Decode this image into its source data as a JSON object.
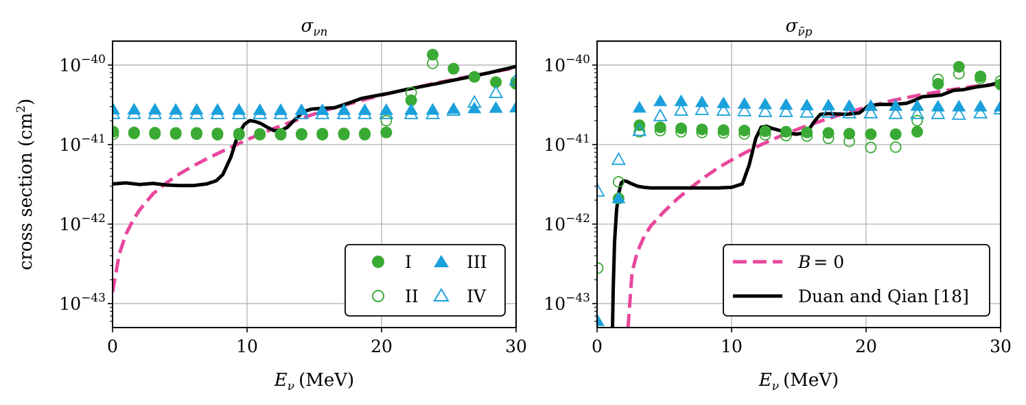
{
  "chart_data": [
    {
      "type": "scatter",
      "title": "σνn",
      "title_main": "σ",
      "title_sub": "νn",
      "xlabel": "Eν (MeV)",
      "xlabel_main": "E",
      "xlabel_sub": "ν",
      "xlabel_unit": "(MeV)",
      "ylabel": "cross section (cm²)",
      "xlim": [
        0,
        30
      ],
      "ylim": [
        5e-44,
        2e-40
      ],
      "yscale": "log",
      "grid": true,
      "xticks": [
        0,
        10,
        20,
        30
      ],
      "xtick_labels": [
        "0",
        "10",
        "20",
        "30"
      ],
      "yticks": [
        1e-43,
        1e-42,
        1e-41,
        1e-40
      ],
      "ytick_labels": [
        "−43",
        "−42",
        "−41",
        "−40"
      ],
      "ytick_base": "10",
      "legend": {
        "placement": "lower-right",
        "entries": [
          "I",
          "II",
          "III",
          "IV"
        ]
      },
      "series": [
        {
          "name": "I",
          "marker": "circle-filled",
          "color": "#3aaa35",
          "x": [
            0.05,
            1.6,
            3.15,
            4.7,
            6.25,
            7.8,
            9.4,
            10.95,
            12.5,
            14.05,
            15.6,
            17.2,
            18.75,
            20.35,
            22.2,
            23.8,
            25.35,
            26.9,
            28.5,
            30.0
          ],
          "y": [
            1.45e-41,
            1.42e-41,
            1.41e-41,
            1.4e-41,
            1.4e-41,
            1.38e-41,
            1.37e-41,
            1.36e-41,
            1.36e-41,
            1.36e-41,
            1.37e-41,
            1.38e-41,
            1.38e-41,
            1.42e-41,
            3.6e-41,
            1.35e-40,
            9e-41,
            7.1e-41,
            6.1e-41,
            5.8e-41
          ]
        },
        {
          "name": "II",
          "marker": "circle-open",
          "color": "#3aaa35",
          "x": [
            0.05,
            1.6,
            3.15,
            4.7,
            6.25,
            7.8,
            9.4,
            10.95,
            12.5,
            14.05,
            15.6,
            17.2,
            18.75,
            20.35,
            22.2,
            23.8,
            25.35,
            26.9,
            28.5,
            30.0
          ],
          "y": [
            1.35e-41,
            1.38e-41,
            1.36e-41,
            1.36e-41,
            1.35e-41,
            1.33e-41,
            1.33e-41,
            1.33e-41,
            1.33e-41,
            1.33e-41,
            1.33e-41,
            1.33e-41,
            1.33e-41,
            2e-41,
            4.5e-41,
            1.05e-40,
            9e-41,
            7.1e-41,
            6.1e-41,
            6.2e-41
          ]
        },
        {
          "name": "III",
          "marker": "triangle-filled",
          "color": "#1aa0db",
          "x": [
            0.05,
            1.6,
            3.15,
            4.7,
            6.25,
            7.8,
            9.4,
            10.95,
            12.5,
            14.05,
            15.6,
            17.2,
            18.75,
            20.35,
            22.2,
            23.8,
            25.35,
            26.9,
            28.5,
            30.0
          ],
          "y": [
            2.75e-41,
            2.75e-41,
            2.74e-41,
            2.73e-41,
            2.73e-41,
            2.72e-41,
            2.72e-41,
            2.71e-41,
            2.71e-41,
            2.71e-41,
            2.71e-41,
            2.71e-41,
            2.71e-41,
            2.71e-41,
            2.72e-41,
            2.73e-41,
            2.8e-41,
            2.85e-41,
            2.88e-41,
            2.92e-41
          ]
        },
        {
          "name": "IV",
          "marker": "triangle-open",
          "color": "#1aa0db",
          "x": [
            0.05,
            1.6,
            3.15,
            4.7,
            6.25,
            7.8,
            9.4,
            10.95,
            12.5,
            14.05,
            15.6,
            17.2,
            18.75,
            20.35,
            22.2,
            23.8,
            25.35,
            26.9,
            28.5,
            30.0
          ],
          "y": [
            2.45e-41,
            2.45e-41,
            2.44e-41,
            2.44e-41,
            2.44e-41,
            2.44e-41,
            2.44e-41,
            2.44e-41,
            2.44e-41,
            2.44e-41,
            2.44e-41,
            2.44e-41,
            2.44e-41,
            2.44e-41,
            2.44e-41,
            2.44e-41,
            2.7e-41,
            3.4e-41,
            4.5e-41,
            6.5e-41
          ]
        },
        {
          "name": "B = 0",
          "marker": "line-dashed",
          "color": "#e8479c",
          "x": [
            0,
            0.5,
            1,
            1.5,
            2,
            3,
            4,
            5,
            6,
            7,
            8,
            9,
            10,
            11,
            12,
            13,
            14,
            15,
            16,
            18,
            20,
            22,
            24,
            26,
            28,
            30
          ],
          "y": [
            1.4e-43,
            4.2e-43,
            7.5e-43,
            1.1e-42,
            1.5e-42,
            2.4e-42,
            3.3e-42,
            4.3e-42,
            5.4e-42,
            6.6e-42,
            8e-42,
            9.6e-42,
            1.15e-41,
            1.36e-41,
            1.6e-41,
            1.85e-41,
            2.12e-41,
            2.42e-41,
            2.75e-41,
            3.4e-41,
            4.2e-41,
            5e-41,
            5.9e-41,
            6.9e-41,
            8e-41,
            9.3e-41
          ]
        },
        {
          "name": "Duan and Qian [18]",
          "marker": "line-solid",
          "color": "#000000",
          "x": [
            0,
            1,
            2,
            3,
            4,
            5,
            6,
            7,
            7.7,
            8.2,
            8.8,
            9.3,
            9.8,
            10.2,
            10.6,
            11,
            11.5,
            12,
            12.5,
            13,
            13.6,
            14.2,
            14.8,
            15.5,
            16.5,
            17.5,
            18.5,
            19.5,
            20.5,
            22,
            24,
            26,
            28,
            30
          ],
          "y": [
            3.2e-42,
            3.3e-42,
            3.15e-42,
            3.25e-42,
            3.1e-42,
            3.05e-42,
            3.05e-42,
            3.2e-42,
            3.5e-42,
            4.2e-42,
            7e-42,
            1.3e-41,
            1.8e-41,
            2e-41,
            1.95e-41,
            1.85e-41,
            1.65e-41,
            1.5e-41,
            1.5e-41,
            1.65e-41,
            2.1e-41,
            2.6e-41,
            2.8e-41,
            2.85e-41,
            2.9e-41,
            3.3e-41,
            3.8e-41,
            4.1e-41,
            4.4e-41,
            5e-41,
            5.8e-41,
            6.8e-41,
            8e-41,
            9.6e-41
          ]
        }
      ]
    },
    {
      "type": "scatter",
      "title": "σν̄p",
      "title_main": "σ",
      "title_sub": "ν̄p",
      "xlabel": "Eν (MeV)",
      "xlabel_main": "E",
      "xlabel_sub": "ν",
      "xlabel_unit": "(MeV)",
      "ylabel": "",
      "xlim": [
        0,
        30
      ],
      "ylim": [
        5e-44,
        2e-40
      ],
      "yscale": "log",
      "grid": true,
      "xticks": [
        0,
        10,
        20,
        30
      ],
      "xtick_labels": [
        "0",
        "10",
        "20",
        "30"
      ],
      "yticks": [
        1e-43,
        1e-42,
        1e-41,
        1e-40
      ],
      "ytick_labels": [
        "−43",
        "−42",
        "−41",
        "−40"
      ],
      "ytick_base": "10",
      "legend": {
        "placement": "lower-right",
        "entries": [
          "B = 0",
          "Duan and Qian [18]"
        ],
        "b0_main": "B",
        "b0_rest": "= 0"
      },
      "series": [
        {
          "name": "I",
          "marker": "circle-filled",
          "color": "#3aaa35",
          "x": [
            1.6,
            3.15,
            4.7,
            6.25,
            7.8,
            9.4,
            10.95,
            12.5,
            14.05,
            15.6,
            17.2,
            18.75,
            20.35,
            22.2,
            23.8,
            25.35,
            26.9,
            28.5,
            30.0
          ],
          "y": [
            2.1e-42,
            1.75e-41,
            1.65e-41,
            1.6e-41,
            1.55e-41,
            1.52e-41,
            1.5e-41,
            1.47e-41,
            1.45e-41,
            1.42e-41,
            1.4e-41,
            1.37e-41,
            1.35e-41,
            1.35e-41,
            1.45e-41,
            5.8e-41,
            9.5e-41,
            7.2e-41,
            5.7e-41
          ]
        },
        {
          "name": "II",
          "marker": "circle-open",
          "color": "#3aaa35",
          "x": [
            0.05,
            1.6,
            3.15,
            4.7,
            6.25,
            7.8,
            9.4,
            10.95,
            12.5,
            14.05,
            15.6,
            17.2,
            18.75,
            20.35,
            22.2,
            23.8,
            25.35,
            26.9,
            28.5,
            30.0
          ],
          "y": [
            2.8e-43,
            3.4e-42,
            1.45e-41,
            1.5e-41,
            1.45e-41,
            1.42e-41,
            1.4e-41,
            1.36e-41,
            1.33e-41,
            1.3e-41,
            1.28e-41,
            1.2e-41,
            1.1e-41,
            9.2e-42,
            9.3e-42,
            2e-41,
            6.6e-41,
            7.8e-41,
            6.8e-41,
            6.3e-41
          ]
        },
        {
          "name": "III",
          "marker": "triangle-filled",
          "color": "#1aa0db",
          "x": [
            0.05,
            1.6,
            3.15,
            4.7,
            6.25,
            7.8,
            9.4,
            10.95,
            12.5,
            14.05,
            15.6,
            17.2,
            18.75,
            20.35,
            22.2,
            23.8,
            25.35,
            26.9,
            28.5,
            30.0
          ],
          "y": [
            6e-44,
            2.1e-42,
            2.9e-41,
            3.5e-41,
            3.5e-41,
            3.4e-41,
            3.3e-41,
            3.25e-41,
            3.2e-41,
            3.15e-41,
            3.1e-41,
            3.1e-41,
            3.05e-41,
            3.05e-41,
            3.05e-41,
            3.05e-41,
            3e-41,
            3e-41,
            3e-41,
            3e-41
          ]
        },
        {
          "name": "IV",
          "marker": "triangle-open",
          "color": "#1aa0db",
          "x": [
            0.05,
            1.6,
            3.15,
            4.7,
            6.25,
            7.8,
            9.4,
            10.95,
            12.5,
            14.05,
            15.6,
            17.2,
            18.75,
            20.35,
            22.2,
            23.8,
            25.35,
            26.9,
            28.5,
            30.0
          ],
          "y": [
            2.6e-42,
            6.5e-42,
            1.5e-41,
            2.3e-41,
            2.7e-41,
            2.75e-41,
            2.7e-41,
            2.65e-41,
            2.6e-41,
            2.6e-41,
            2.55e-41,
            2.55e-41,
            2.5e-41,
            2.5e-41,
            2.45e-41,
            2.45e-41,
            2.45e-41,
            2.4e-41,
            2.5e-41,
            2.8e-41
          ]
        },
        {
          "name": "B = 0",
          "marker": "line-dashed",
          "color": "#e8479c",
          "x": [
            2.3,
            2.6,
            3,
            3.5,
            4,
            5,
            6,
            7,
            8,
            9,
            10,
            11,
            12,
            13,
            14,
            15,
            16,
            18,
            20,
            22,
            24,
            26,
            28,
            30
          ],
          "y": [
            5e-44,
            2.5e-43,
            4.5e-43,
            7e-43,
            9.5e-43,
            1.45e-42,
            2.1e-42,
            2.9e-42,
            3.9e-42,
            5.1e-42,
            6.4e-42,
            7.9e-42,
            9.6e-42,
            1.15e-41,
            1.36e-41,
            1.58e-41,
            1.82e-41,
            2.35e-41,
            2.95e-41,
            3.6e-41,
            4.2e-41,
            4.8e-41,
            5.4e-41,
            5.8e-41
          ]
        },
        {
          "name": "Duan and Qian [18]",
          "marker": "line-solid",
          "color": "#000000",
          "x": [
            1.15,
            1.2,
            1.3,
            1.45,
            1.6,
            1.8,
            2.0,
            2.2,
            2.5,
            3.0,
            3.5,
            4,
            5,
            6,
            7,
            8,
            9,
            10,
            10.8,
            11.3,
            11.8,
            12.2,
            12.6,
            13,
            13.6,
            14.2,
            14.8,
            15.4,
            15.8,
            16.2,
            16.6,
            17.2,
            18.5,
            19.5,
            20.2,
            21,
            22,
            23,
            23.6,
            24.2,
            25,
            25.6,
            26.5,
            27.2,
            28.2,
            29.2,
            30
          ],
          "y": [
            5e-44,
            1.5e-43,
            6e-43,
            1.5e-42,
            2.4e-42,
            3.3e-42,
            3.5e-42,
            3.45e-42,
            3.25e-42,
            3e-42,
            2.9e-42,
            2.85e-42,
            2.85e-42,
            2.85e-42,
            2.85e-42,
            2.85e-42,
            2.85e-42,
            2.9e-42,
            3.2e-42,
            5.5e-42,
            1.2e-41,
            1.65e-41,
            1.7e-41,
            1.6e-41,
            1.5e-41,
            1.4e-41,
            1.35e-41,
            1.4e-41,
            1.6e-41,
            2e-41,
            2.4e-41,
            2.45e-41,
            2.4e-41,
            2.5e-41,
            3.1e-41,
            3.2e-41,
            3.2e-41,
            3.3e-41,
            3.6e-41,
            4e-41,
            4.1e-41,
            4.2e-41,
            4.8e-41,
            4.9e-41,
            5.3e-41,
            5.6e-41,
            6.1e-41
          ]
        }
      ]
    }
  ]
}
